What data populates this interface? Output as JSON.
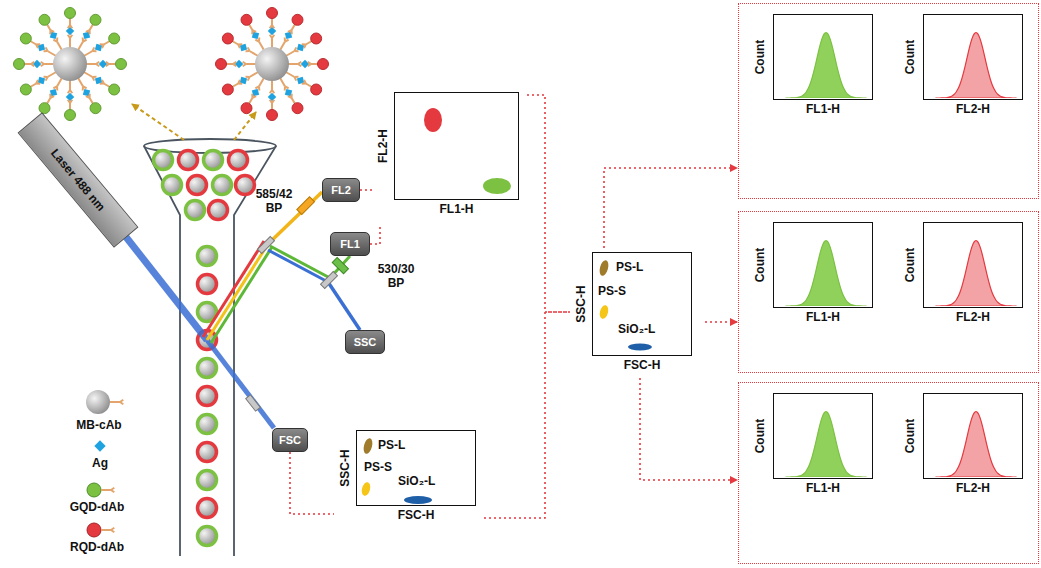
{
  "diagram": {
    "nodes": [
      {
        "text": [
          "Laser 488 nm"
        ]
      },
      {
        "text": [
          "FL2"
        ]
      },
      {
        "text": [
          "FL1"
        ]
      },
      {
        "text": [
          "SSC"
        ]
      },
      {
        "text": [
          "FSC"
        ]
      },
      {
        "text": [
          "FL2-H",
          "FL1-H"
        ]
      },
      {
        "text": [
          "SSC-H",
          "PS-L",
          "PS-S",
          "SiO₂-L",
          "FSC-H"
        ]
      },
      {
        "text": [
          "SSC-H",
          "PS-L",
          "PS-S",
          "SiO₂-L",
          "FSC-H"
        ]
      },
      {
        "text": []
      },
      {
        "text": [
          "Count",
          "FL1-H"
        ],
        "in": 8
      },
      {
        "text": [
          "Count",
          "FL2-H"
        ],
        "in": 8
      },
      {
        "text": []
      },
      {
        "text": [
          "Count",
          "FL1-H"
        ],
        "in": 11
      },
      {
        "text": [
          "Count",
          "FL2-H"
        ],
        "in": 11
      },
      {
        "text": []
      },
      {
        "text": [
          "Count",
          "FL1-H"
        ],
        "in": 14
      },
      {
        "text": [
          "Count",
          "FL2-H"
        ],
        "in": 14
      }
    ],
    "edges": [
      {
        "from": 1,
        "to": 5,
        "arrow": "none"
      },
      {
        "from": 2,
        "to": 5,
        "arrow": "none"
      },
      {
        "from": 4,
        "to": 6,
        "arrow": "none"
      },
      {
        "from": 7,
        "to": 8,
        "arrow": "to"
      },
      {
        "from": 7,
        "to": 11,
        "arrow": "to"
      },
      {
        "from": 7,
        "to": 14,
        "arrow": "to"
      },
      {
        "from": 5,
        "to": 7,
        "arrow": "none"
      },
      {
        "from": 6,
        "to": 7,
        "arrow": "none"
      }
    ],
    "labels": [
      "585/42 BP",
      "530/30 BP"
    ],
    "legend": [
      {
        "text": "MB-cAb"
      },
      {
        "text": "Ag"
      },
      {
        "text": "GQD-dAb"
      },
      {
        "text": "RQD-dAb"
      }
    ]
  }
}
